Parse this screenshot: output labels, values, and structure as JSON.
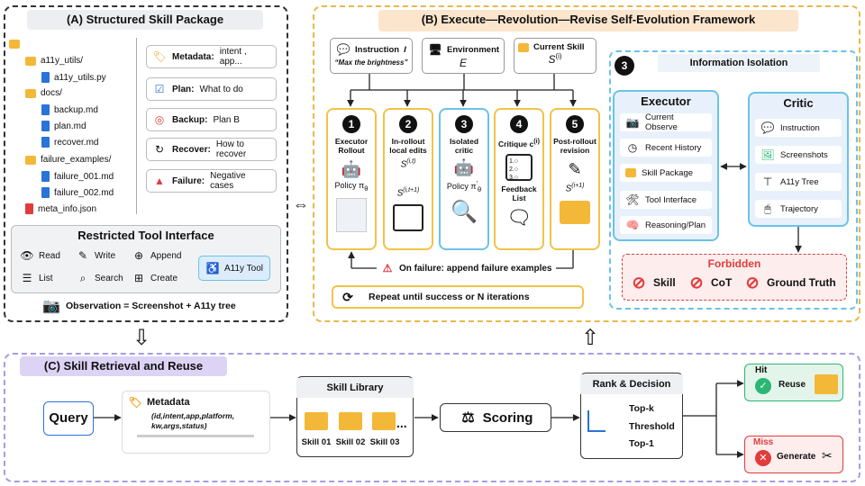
{
  "sectionA": {
    "title": "(A) Structured Skill Package",
    "tree": {
      "root_folder": "a11y_utils/",
      "root_file": "a11y_utils.py",
      "docs_folder": "docs/",
      "docs_files": [
        "backup.md",
        "plan.md",
        "recover.md"
      ],
      "failure_folder": "failure_examples/",
      "failure_files": [
        "failure_001.md",
        "failure_002.md"
      ],
      "meta_file": "meta_info.json"
    },
    "cards": [
      {
        "icon": "tag-icon",
        "key": "Metadata:",
        "text": "intent , app..."
      },
      {
        "icon": "checklist-icon",
        "key": "Plan:",
        "text": "What to do"
      },
      {
        "icon": "target-icon",
        "key": "Backup:",
        "text": "Plan B"
      },
      {
        "icon": "refresh-icon",
        "key": "Recover:",
        "text": "How to recover"
      },
      {
        "icon": "warning-icon",
        "key": "Failure:",
        "text": "Negative cases"
      }
    ],
    "tool_interface": {
      "title": "Restricted Tool Interface",
      "tools": [
        "Read",
        "Write",
        "Append",
        "List",
        "Search",
        "Create"
      ],
      "a11y_tool": "A11y Tool",
      "observation": "Observation = Screenshot + A11y tree"
    }
  },
  "sectionB": {
    "title": "(B) Execute—Revolution—Revise Self-Evolution Framework",
    "inputs": {
      "instruction": "Instruction",
      "instruction_var": "I",
      "instruction_quote": "“Max the brightness”",
      "environment": "Environment",
      "environment_var": "E",
      "current_skill": "Current Skill",
      "current_skill_var": "S",
      "current_skill_sup": "(i)"
    },
    "stages": [
      {
        "n": "1",
        "title": "Executor Rollout",
        "formula": "Policy π",
        "sub": "θ"
      },
      {
        "n": "2",
        "title": "In-rollout local edits",
        "formula_top": "S",
        "sup_top": "(i,t)",
        "formula_bot": "S",
        "sup_bot": "(i,t+1)"
      },
      {
        "n": "3",
        "title": "Isolated critic",
        "formula": "Policy π",
        "sub": "θ",
        "sup": "′"
      },
      {
        "n": "4",
        "title": "Critique c",
        "sup": "(i)",
        "extra": "Feedback List"
      },
      {
        "n": "5",
        "title": "Post-rollout revision",
        "formula": "S",
        "sup2": "(i+1)"
      }
    ],
    "failure_note": "On failure: append failure examples",
    "repeat": "Repeat until success or N iterations",
    "isolation": {
      "badge": "3",
      "title": "Information Isolation",
      "executor_title": "Executor",
      "executor_items": [
        "Current Observe",
        "Recent History",
        "Skill Package",
        "Tool Interface",
        "Reasoning/Plan"
      ],
      "critic_title": "Critic",
      "critic_items": [
        "Instruction",
        "Screenshots",
        "A11y Tree",
        "Trajectory"
      ],
      "forbidden_title": "Forbidden",
      "forbidden_items": [
        "Skill",
        "CoT",
        "Ground Truth"
      ]
    }
  },
  "sectionC": {
    "title": "(C) Skill Retrieval and Reuse",
    "query": "Query",
    "metadata_title": "Metadata",
    "metadata_fields": "(id,intent,app,platform, kw,args,status)",
    "library_title": "Skill Library",
    "skills": [
      "Skill 01",
      "Skill 02",
      "Skill 03"
    ],
    "more": "...",
    "scoring": "Scoring",
    "rank_title": "Rank & Decision",
    "rank_items": [
      "Top-k",
      "Threshold",
      "Top-1"
    ],
    "hit": "Hit",
    "reuse": "Reuse",
    "miss": "Miss",
    "generate": "Generate"
  },
  "colors": {
    "accent_yellow": "#f0c34a",
    "accent_blue": "#6ac3e8",
    "forbidden_red": "#e23b3b",
    "hit_green": "#2bb673",
    "section_c_purple": "#a99be0"
  }
}
